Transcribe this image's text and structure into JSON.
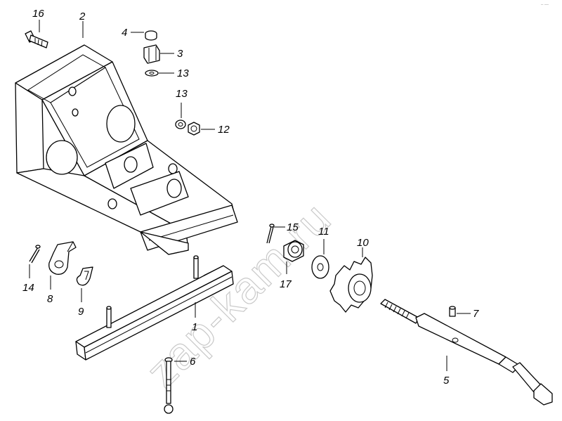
{
  "watermark": "zap-kam.ru",
  "corner_mark": "– —",
  "callouts": [
    {
      "id": "1",
      "label": "1"
    },
    {
      "id": "2",
      "label": "2"
    },
    {
      "id": "3",
      "label": "3"
    },
    {
      "id": "4",
      "label": "4"
    },
    {
      "id": "5",
      "label": "5"
    },
    {
      "id": "6",
      "label": "6"
    },
    {
      "id": "7",
      "label": "7"
    },
    {
      "id": "8",
      "label": "8"
    },
    {
      "id": "9",
      "label": "9"
    },
    {
      "id": "10",
      "label": "10"
    },
    {
      "id": "11",
      "label": "11"
    },
    {
      "id": "12",
      "label": "12"
    },
    {
      "id": "13a",
      "label": "13"
    },
    {
      "id": "13b",
      "label": "13"
    },
    {
      "id": "14",
      "label": "14"
    },
    {
      "id": "15",
      "label": "15"
    },
    {
      "id": "16",
      "label": "16"
    },
    {
      "id": "17",
      "label": "17"
    }
  ]
}
